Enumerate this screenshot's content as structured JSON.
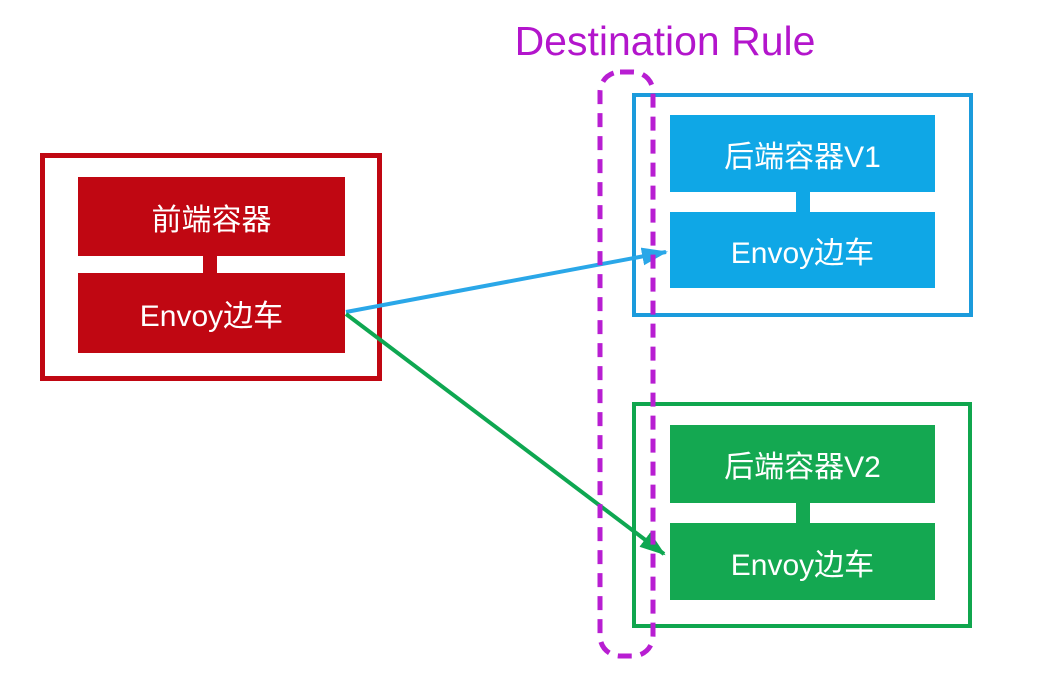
{
  "title": "Destination Rule",
  "colors": {
    "red": "#C00712",
    "blue_fill": "#0FA7E6",
    "blue_border": "#1B9BDC",
    "green_fill": "#14A851",
    "green_border": "#10A64E",
    "magenta": "#B81ED2",
    "title_magenta": "#B315CC",
    "arrow_blue": "#2AA7E8",
    "arrow_green": "#0EA751",
    "label_text": "#FFFFFF"
  },
  "groups": {
    "frontend": {
      "container": "前端容器",
      "sidecar": "Envoy边车"
    },
    "backend_v1": {
      "container": "后端容器V1",
      "sidecar": "Envoy边车"
    },
    "backend_v2": {
      "container": "后端容器V2",
      "sidecar": "Envoy边车"
    }
  },
  "edges": [
    {
      "from": "frontend-envoy",
      "to": "backend-v1-envoy",
      "color": "blue"
    },
    {
      "from": "frontend-envoy",
      "to": "backend-v2-envoy",
      "color": "green"
    }
  ]
}
